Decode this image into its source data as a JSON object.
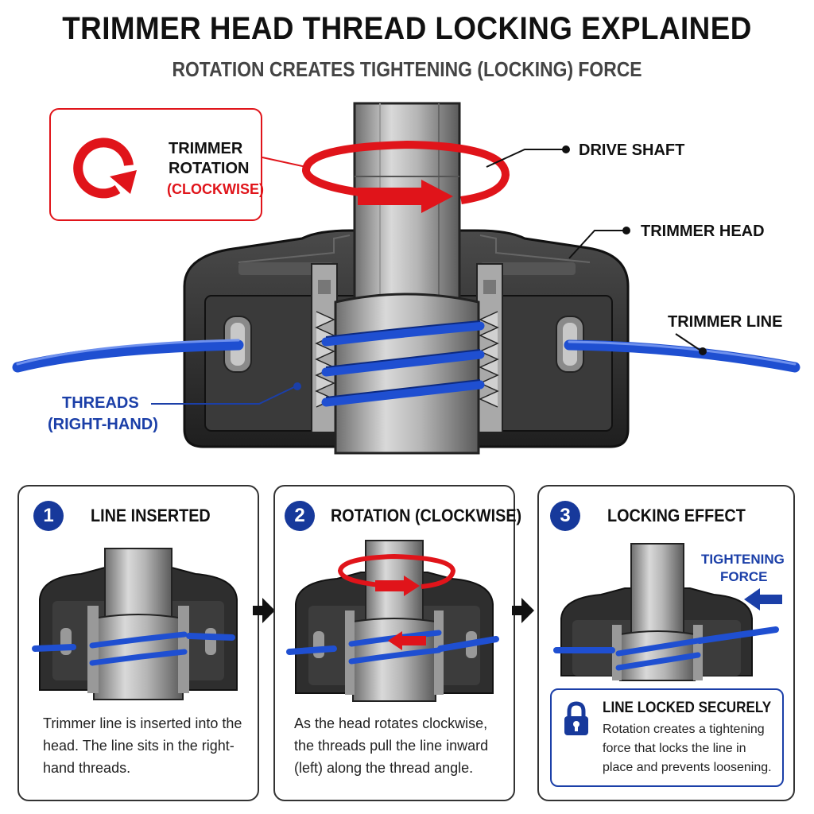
{
  "title": "TRIMMER HEAD THREAD LOCKING EXPLAINED",
  "subtitle": "ROTATION CREATES TIGHTENING (LOCKING) FORCE",
  "callout": {
    "line1": "TRIMMER",
    "line2": "ROTATION",
    "line3": "(CLOCKWISE)"
  },
  "labels": {
    "drive_shaft": "DRIVE SHAFT",
    "trimmer_head": "TRIMMER HEAD",
    "trimmer_line": "TRIMMER LINE",
    "threads_line1": "THREADS",
    "threads_line2": "(RIGHT-HAND)"
  },
  "steps": [
    {
      "number": "1",
      "title": "LINE INSERTED",
      "desc": "Trimmer line is inserted into the head. The line sits in the right-hand threads."
    },
    {
      "number": "2",
      "title": "ROTATION (CLOCKWISE)",
      "desc": "As the head rotates clockwise, the threads pull the line inward (left) along the thread angle."
    },
    {
      "number": "3",
      "title": "LOCKING EFFECT",
      "tightening_line1": "TIGHTENING",
      "tightening_line2": "FORCE",
      "locked_title": "LINE LOCKED SECURELY",
      "locked_desc": "Rotation creates a tightening force that locks the line in place and prevents loosening."
    }
  ],
  "colors": {
    "blue": "#1b3fa8",
    "red": "#e0141a",
    "line_blue": "#1f4fd1",
    "housing": "#2e2e2e"
  }
}
